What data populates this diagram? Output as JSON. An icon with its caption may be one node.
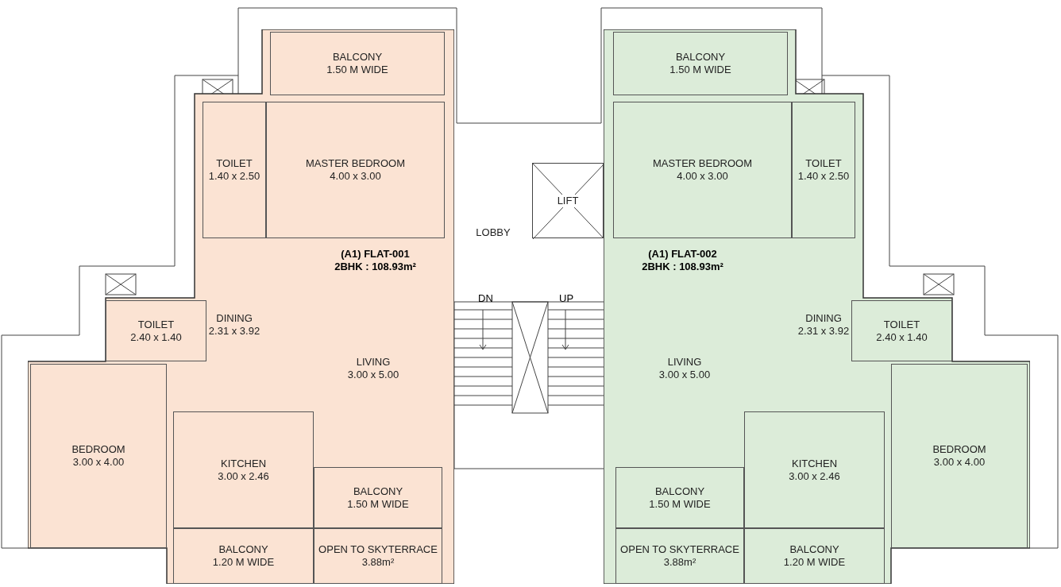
{
  "diagram": {
    "nodes": [
      {
        "text": [
          "(A1) FLAT-001",
          "2BHK : 108.93m²"
        ]
      },
      {
        "text": [
          "BALCONY",
          "1.50 M WIDE"
        ],
        "in": 0
      },
      {
        "text": [
          "MASTER BEDROOM",
          "4.00 x 3.00"
        ],
        "in": 0
      },
      {
        "text": [
          "TOILET",
          "1.40 x 2.50"
        ],
        "in": 0
      },
      {
        "text": [
          "DINING",
          "2.31 x 3.92"
        ],
        "in": 0
      },
      {
        "text": [
          "LIVING",
          "3.00 x 5.00"
        ],
        "in": 0
      },
      {
        "text": [
          "TOILET",
          "2.40 x 1.40"
        ],
        "in": 0
      },
      {
        "text": [
          "BEDROOM",
          "3.00 x 4.00"
        ],
        "in": 0
      },
      {
        "text": [
          "KITCHEN",
          "3.00 x 2.46"
        ],
        "in": 0
      },
      {
        "text": [
          "BALCONY",
          "1.50 M WIDE"
        ],
        "in": 0
      },
      {
        "text": [
          "BALCONY",
          "1.20 M WIDE"
        ],
        "in": 0
      },
      {
        "text": [
          "OPEN TO SKYTERRACE",
          "3.88m²"
        ],
        "in": 0
      },
      {
        "text": [
          "LOBBY"
        ]
      },
      {
        "text": [
          "LIFT"
        ]
      },
      {
        "text": [
          "(A1) FLAT-002",
          "2BHK : 108.93m²"
        ]
      },
      {
        "text": [
          "BALCONY",
          "1.50 M WIDE"
        ],
        "in": 14
      },
      {
        "text": [
          "MASTER BEDROOM",
          "4.00 x 3.00"
        ],
        "in": 14
      },
      {
        "text": [
          "TOILET",
          "1.40 x 2.50"
        ],
        "in": 14
      },
      {
        "text": [
          "DINING",
          "2.31 x 3.92"
        ],
        "in": 14
      },
      {
        "text": [
          "LIVING",
          "3.00 x 5.00"
        ],
        "in": 14
      },
      {
        "text": [
          "TOILET",
          "2.40 x 1.40"
        ],
        "in": 14
      },
      {
        "text": [
          "BEDROOM",
          "3.00 x 4.00"
        ],
        "in": 14
      },
      {
        "text": [
          "KITCHEN",
          "3.00 x 2.46"
        ],
        "in": 14
      },
      {
        "text": [
          "BALCONY",
          "1.50 M WIDE"
        ],
        "in": 14
      },
      {
        "text": [
          "BALCONY",
          "1.20 M WIDE"
        ],
        "in": 14
      },
      {
        "text": [
          "OPEN TO SKYTERRACE",
          "3.88m²"
        ],
        "in": 14
      }
    ],
    "labels": [
      "DN",
      "UP"
    ]
  }
}
